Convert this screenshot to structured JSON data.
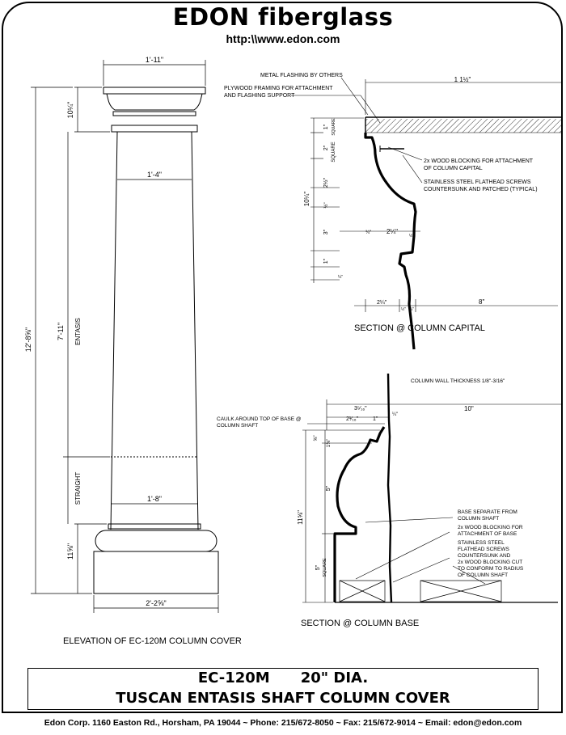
{
  "header": {
    "brand": "EDON fiberglass",
    "url": "http:\\\\www.edon.com"
  },
  "elevation": {
    "caption": "ELEVATION OF EC-120M COLUMN COVER",
    "dim_top_width": "1'-11\"",
    "dim_capital_height": "10¼\"",
    "dim_total_height": "12'-8⅝\"",
    "dim_entasis": "7'-11\"",
    "entasis_label": "ENTASIS",
    "straight_label": "STRAIGHT",
    "dim_base_height": "11⅝\"",
    "dim_neck_width": "1'-4\"",
    "dim_lower_width": "1'-8\"",
    "dim_base_width": "2'-2⅝\""
  },
  "capital_section": {
    "caption": "SECTION @ COLUMN CAPITAL",
    "note_flashing": "METAL FLASHING BY OTHERS",
    "note_plywood_1": "PLYWOOD FRAMING FOR ATTACHMENT",
    "note_plywood_2": "AND FLASHING SUPPORT",
    "dim_top": "1 1½\"",
    "note_blocking_1": "2x WOOD BLOCKING FOR ATTACHMENT",
    "note_blocking_2": "OF COLUMN CAPITAL",
    "note_screws_1": "STAINLESS STEEL FLATHEAD SCREWS",
    "note_screws_2": "COUNTERSUNK AND PATCHED (TYPICAL)",
    "dim_1": "1\"",
    "square": "SQUARE",
    "dim_2": "2\"",
    "dim_2half": "2½\"",
    "dim_total": "10¼\"",
    "dim_half": "½\"",
    "dim_3": "3\"",
    "dim_1b": "1\"",
    "dim_quarter": "¼\"",
    "dim_three_quarter": "¾\"",
    "dim_2quarter": "2¼\"",
    "dim_half_b": "½\"",
    "dim_bottom_2quarter": "2¼\"",
    "dim_bottom_half": "½\"",
    "dim_bottom_quarter": "¼\"",
    "dim_bottom_8": "8\""
  },
  "base_section": {
    "caption": "SECTION @ COLUMN BASE",
    "wall_thickness": "COLUMN WALL THICKNESS 1/8\"-3/16\"",
    "note_caulk_1": "CAULK AROUND TOP OF BASE @",
    "note_caulk_2": "COLUMN SHAFT",
    "dim_3_5_16": "3⁵⁄₁₆\"",
    "dim_2_1_16": "2¹⁄₁₆\"",
    "dim_1": "1\"",
    "dim_quarter": "¼\"",
    "dim_10": "10\"",
    "dim_5_8": "⅝\"",
    "dim_1_3_8": "1⅜\"",
    "dim_5": "5\"",
    "dim_total": "11⅝\"",
    "dim_5b": "5\"",
    "square": "SQUARE",
    "note_separate_1": "BASE SEPARATE FROM",
    "note_separate_2": "COLUMN SHAFT",
    "note_blocking_1": "2x WOOD BLOCKING FOR",
    "note_blocking_2": "ATTACHMENT OF BASE",
    "note_screws_1": "STAINLESS STEEL",
    "note_screws_2": "FLATHEAD SCREWS",
    "note_screws_3": "COUNTERSUNK AND",
    "note_screws_4": "2x WOOD BLOCKING CUT",
    "note_screws_5": "TO CONFORM TO RADIUS",
    "note_screws_6": "OF COLUMN SHAFT"
  },
  "title": {
    "model": "EC-120M",
    "diameter": "20\" DIA.",
    "description": "TUSCAN ENTASIS SHAFT COLUMN COVER"
  },
  "footer": {
    "text": "Edon Corp. 1160 Easton Rd.,  Horsham, PA 19044 ~ Phone: 215/672-8050 ~ Fax:  215/672-9014 ~ Email: edon@edon.com"
  }
}
